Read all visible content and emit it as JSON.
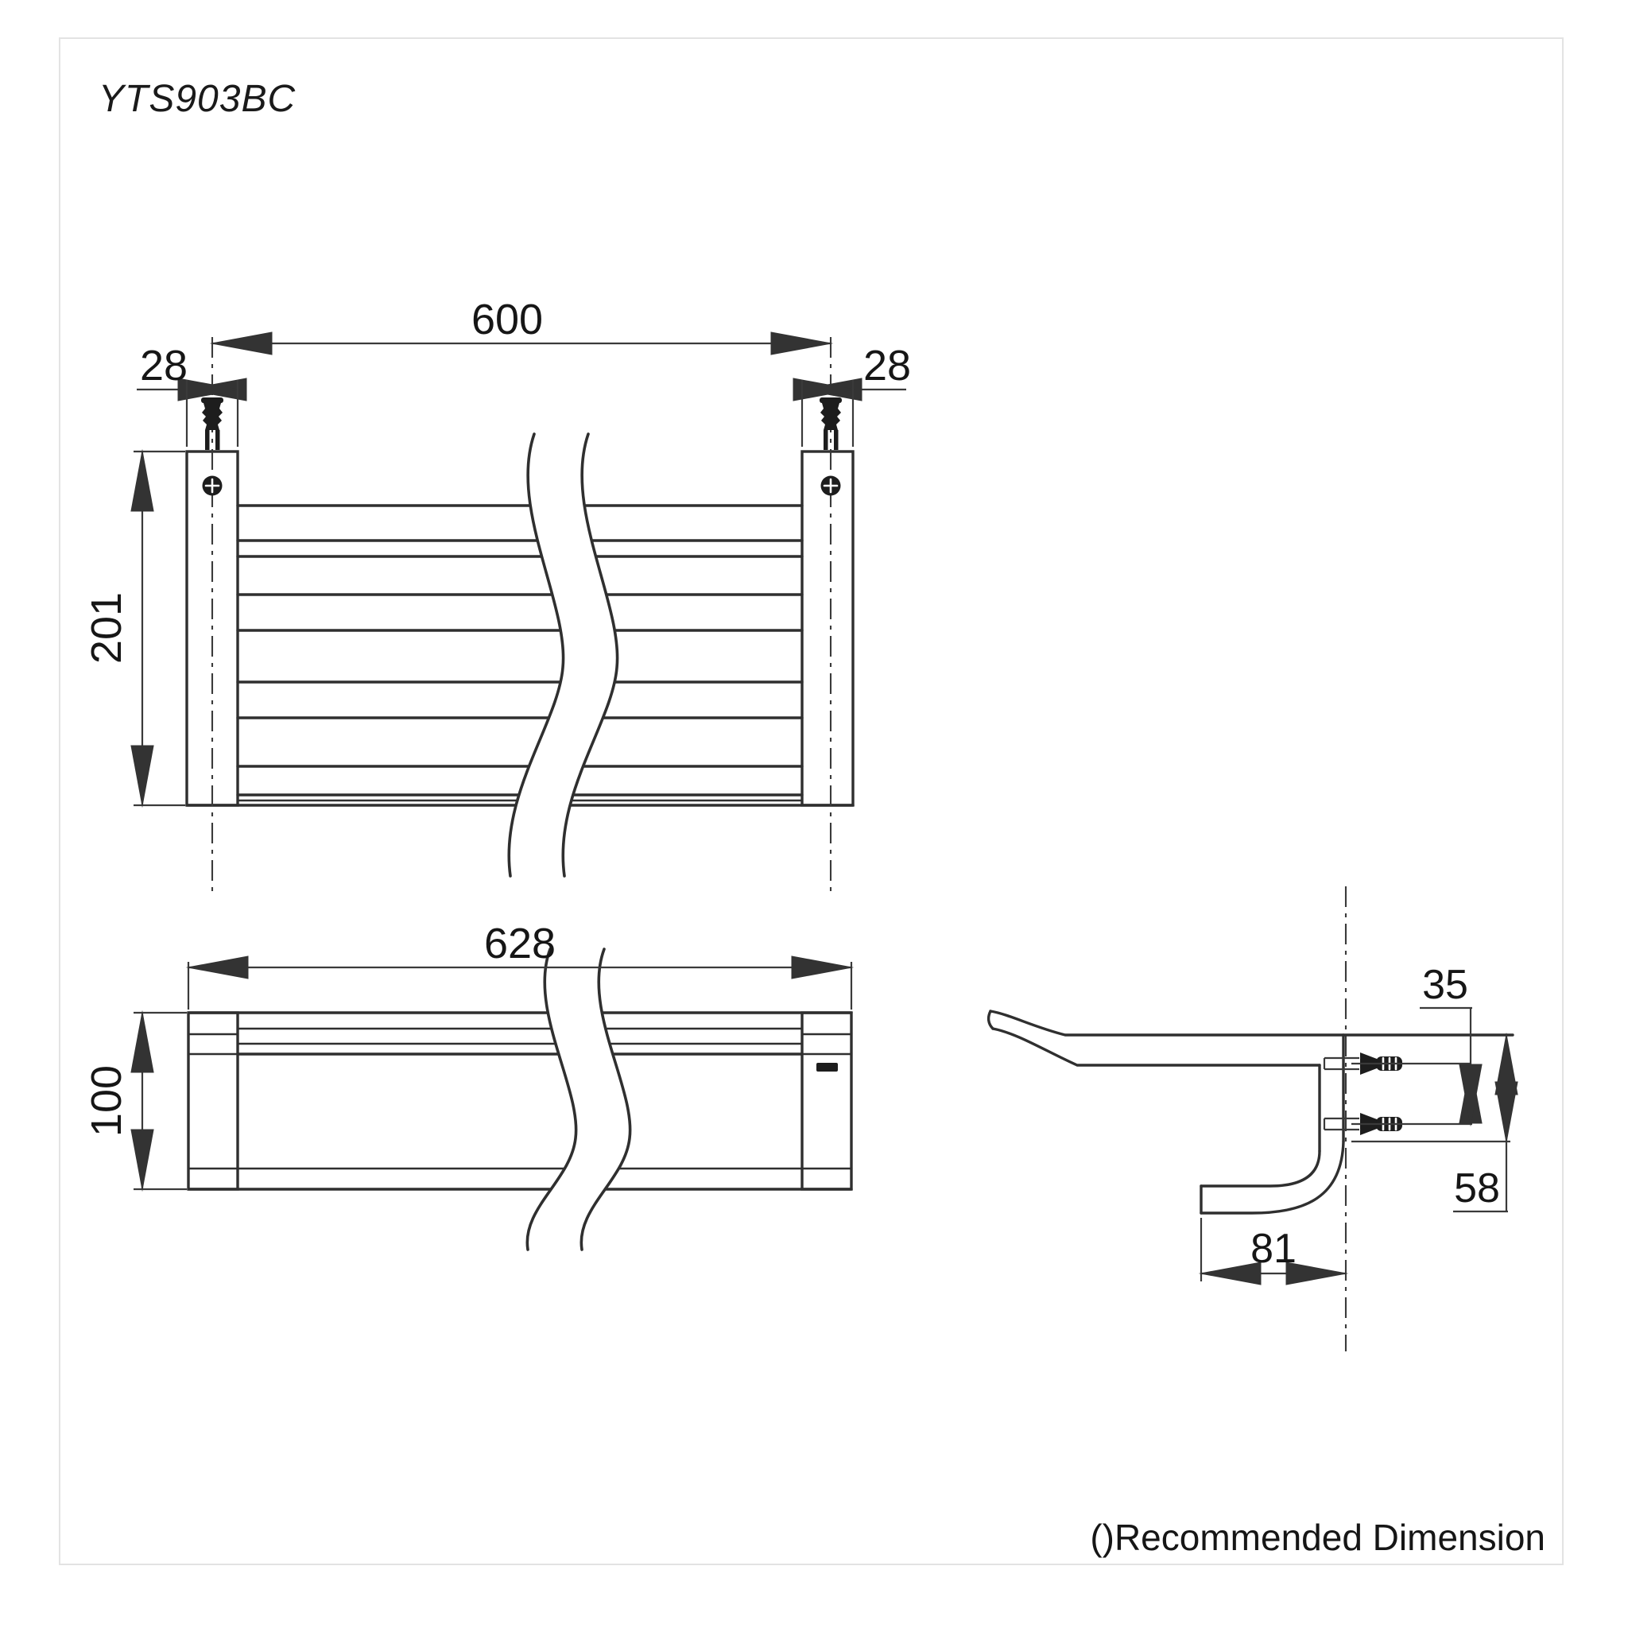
{
  "title": "YTS903BC",
  "footer_note": "()Recommended Dimension",
  "front_view": {
    "dim_center_to_center": "600",
    "dim_edge_offset_left": "28",
    "dim_edge_offset_right": "28",
    "dim_height": "201"
  },
  "top_view": {
    "dim_overall_width": "628",
    "dim_depth": "100"
  },
  "side_view": {
    "dim_screw_spacing": "35",
    "dim_surface_to_bottom": "58",
    "dim_hook_depth": "81"
  },
  "icons": {
    "wall_anchor": "wall-anchor-icon",
    "screw_front": "screw-head-icon",
    "screw_side": "screw-side-icon",
    "mounting_slot": "mounting-slot"
  },
  "colors": {
    "object_line": "#2f2f2f",
    "dimension_line": "#3a3a3a",
    "text": "#161616",
    "frame": "#e3e3e3",
    "background": "#ffffff"
  }
}
